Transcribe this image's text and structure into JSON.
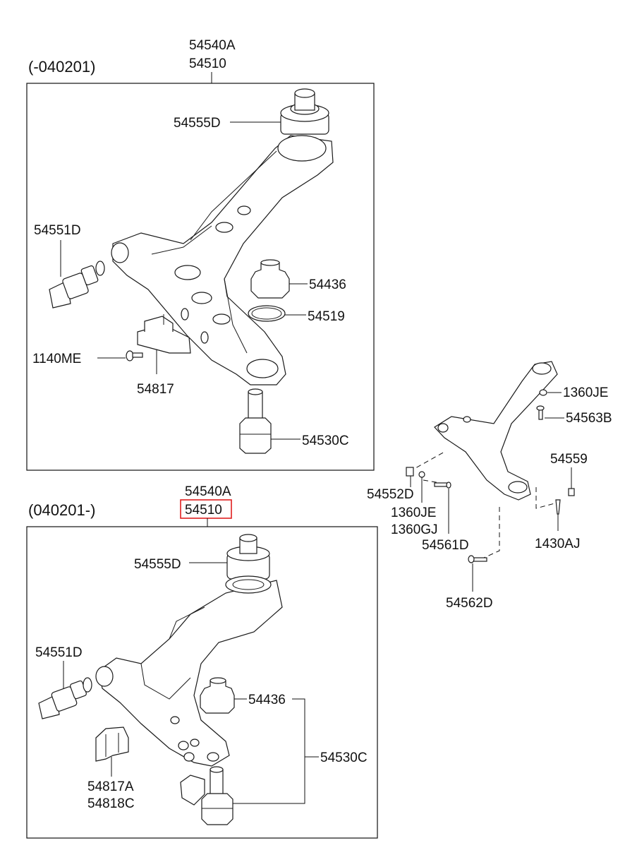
{
  "diagram": {
    "upper_panel": {
      "period": "(-040201)",
      "top_parts": [
        "54540A",
        "54510"
      ],
      "labels": {
        "p54555D": "54555D",
        "p54551D": "54551D",
        "p54436": "54436",
        "p54519": "54519",
        "p1140ME": "1140ME",
        "p54817": "54817",
        "p54530C": "54530C"
      }
    },
    "lower_panel": {
      "period": "(040201-)",
      "top_parts": [
        "54540A",
        "54510"
      ],
      "highlighted_part": "54510",
      "highlight_color": "#e02020",
      "labels": {
        "p54555D": "54555D",
        "p54551D": "54551D",
        "p54436": "54436",
        "p54530C": "54530C",
        "p54817A": "54817A",
        "p54818C": "54818C"
      }
    },
    "side_assembly": {
      "labels": {
        "p1360JE_top": "1360JE",
        "p54563B": "54563B",
        "p54559": "54559",
        "p54552D": "54552D",
        "p1360JE": "1360JE",
        "p1360GJ": "1360GJ",
        "p54561D": "54561D",
        "p1430AJ": "1430AJ",
        "p54562D": "54562D"
      }
    }
  }
}
